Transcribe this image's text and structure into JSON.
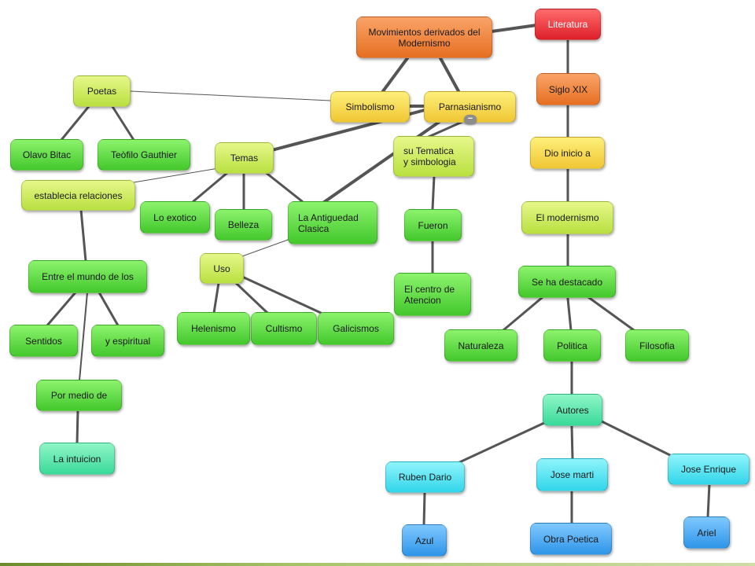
{
  "map": {
    "nodes": {
      "literatura": "Literatura",
      "movimientos": "Movimientos derivados del\nModernismo",
      "siglo": "Siglo XIX",
      "simbolismo": "Simbolismo",
      "parnasianismo": "Parnasianismo",
      "poetas": "Poetas",
      "olavo": "Olavo Bitac",
      "teofilo": "Teòfilo Gauthier",
      "temas": "Temas",
      "tematica": "su Tematica\ny simbologia",
      "dio": "Dio inicio a",
      "establecia": "establecia relaciones",
      "exotico": "Lo exotico",
      "belleza": "Belleza",
      "antiguedad": "La Antiguedad\nClasica",
      "fueron": "Fueron",
      "modernismo": "El modernismo",
      "entre": "Entre el mundo de los",
      "uso": "Uso",
      "centro": "El centro de\nAtencion",
      "destacado": "Se ha destacado",
      "sentidos": "Sentidos",
      "espiritual": "y espiritual",
      "helenismo": "Helenismo",
      "cultismo": "Cultismo",
      "galicismos": "Galicismos",
      "naturaleza": "Naturaleza",
      "politica": "Politica",
      "filosofia": "Filosofia",
      "pormedio": "Por medio de",
      "autores": "Autores",
      "intuicion": "La intuicion",
      "ruben": "Ruben Dario",
      "jose_marti": "Jose marti",
      "jose_enrique": "Jose Enrique",
      "azul": "Azul",
      "obra": "Obra Poetica",
      "ariel": "Ariel"
    },
    "collapse_glyph": "−"
  }
}
